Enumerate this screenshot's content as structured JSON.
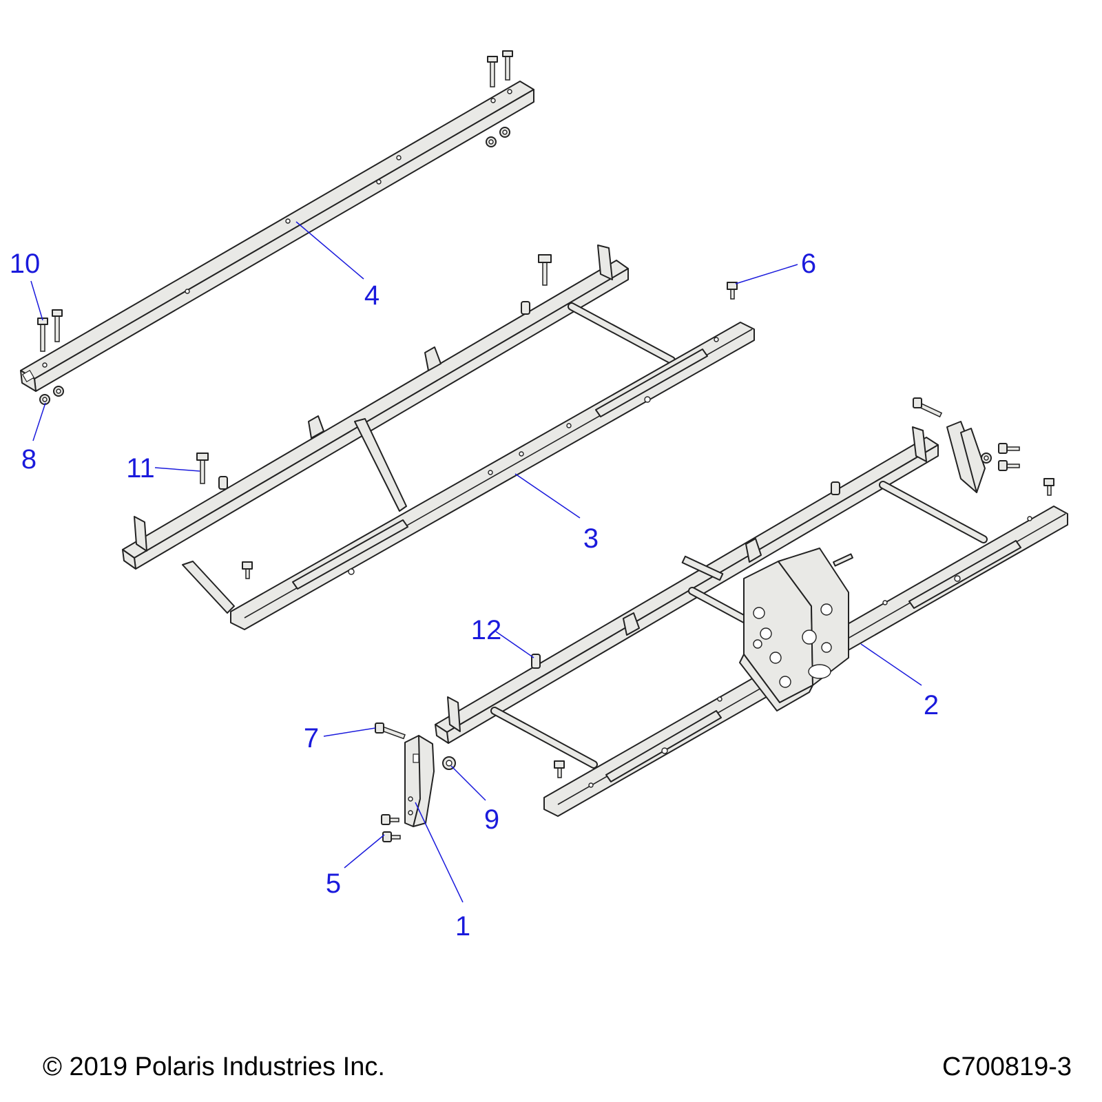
{
  "callouts": [
    {
      "id": "1",
      "label": "1"
    },
    {
      "id": "2",
      "label": "2"
    },
    {
      "id": "3",
      "label": "3"
    },
    {
      "id": "4",
      "label": "4"
    },
    {
      "id": "5",
      "label": "5"
    },
    {
      "id": "6",
      "label": "6"
    },
    {
      "id": "7",
      "label": "7"
    },
    {
      "id": "8",
      "label": "8"
    },
    {
      "id": "9",
      "label": "9"
    },
    {
      "id": "10",
      "label": "10"
    },
    {
      "id": "11",
      "label": "11"
    },
    {
      "id": "12",
      "label": "12"
    }
  ],
  "footer": {
    "copyright": "© 2019 Polaris Industries Inc.",
    "drawing_number": "C700819-3"
  },
  "colors": {
    "callout_text": "#1a1adc",
    "leader_line": "#1a1adc",
    "part_outline": "#222222",
    "part_fill": "#e9e9e6"
  }
}
